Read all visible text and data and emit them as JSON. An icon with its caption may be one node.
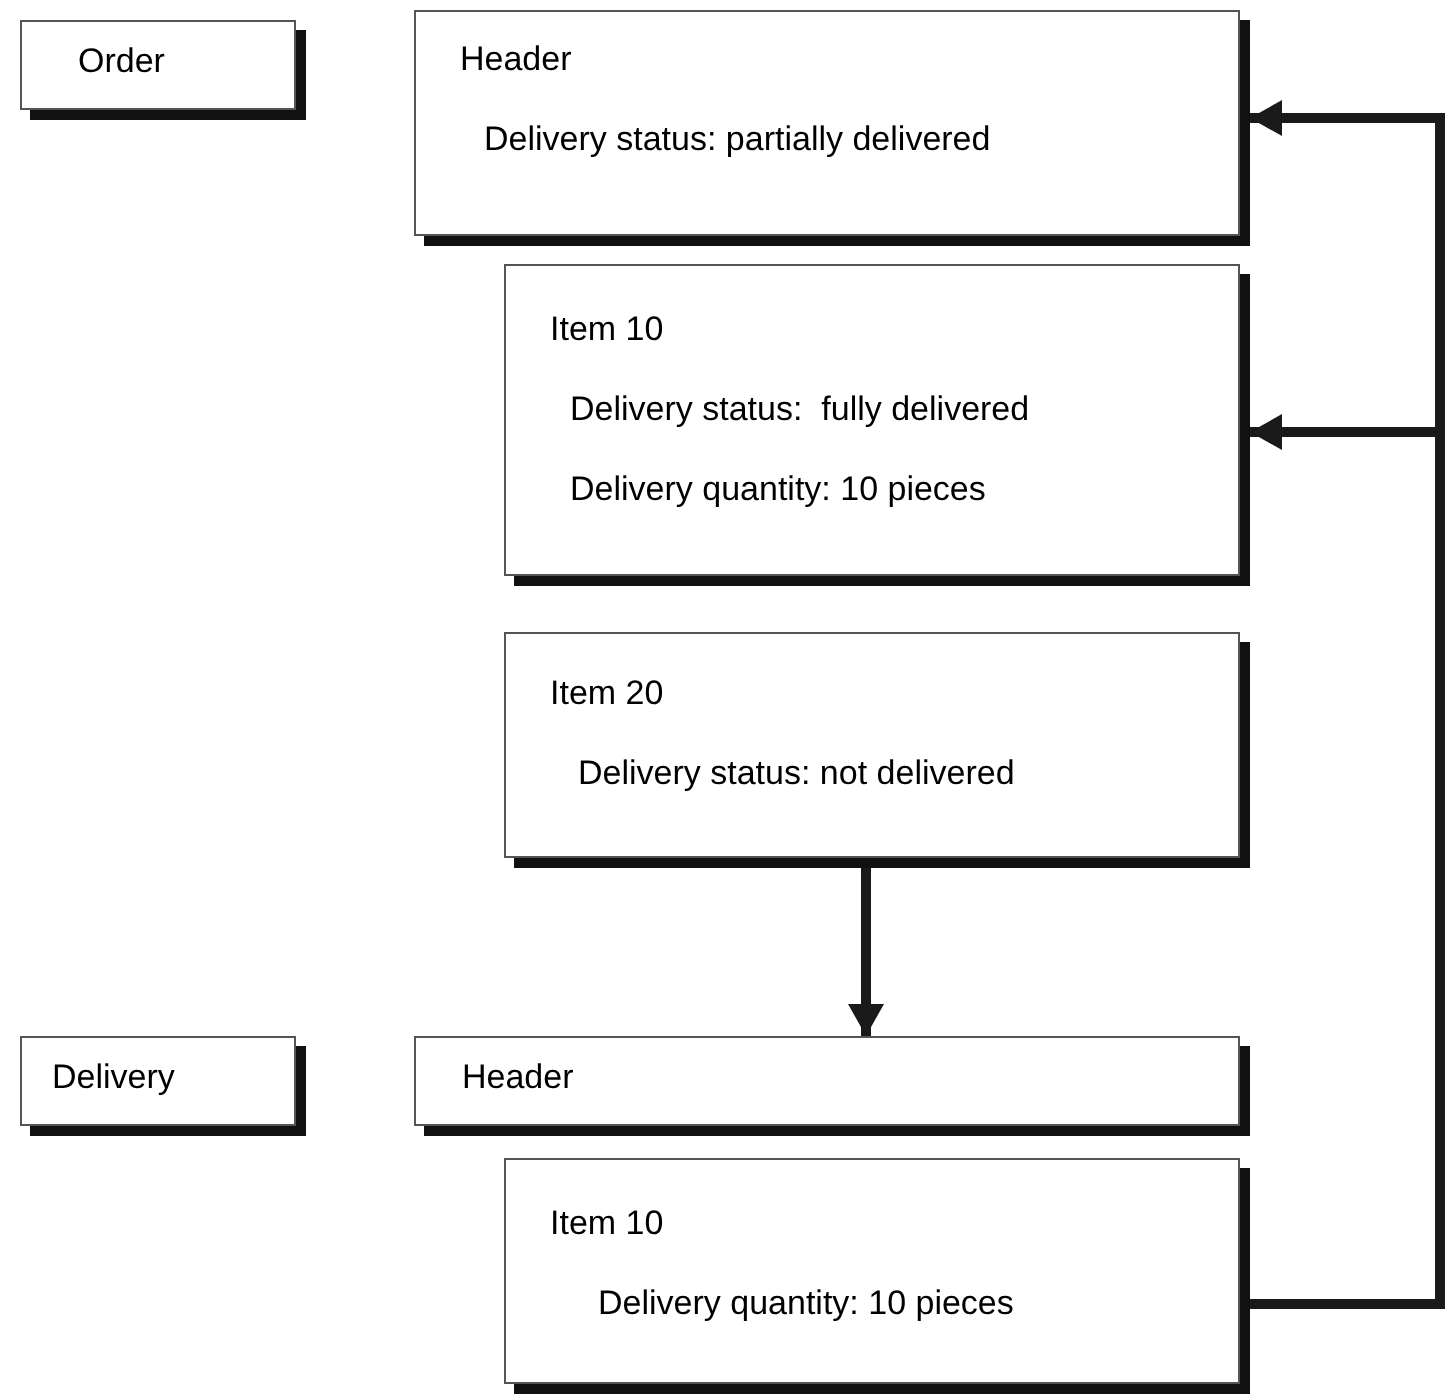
{
  "diagram": {
    "nodes": [
      {
        "text": [
          "Order"
        ]
      },
      {
        "text": [
          "Header",
          "Delivery status: partially delivered"
        ]
      },
      {
        "text": [
          "Item 10",
          "Delivery status:  fully delivered",
          "Delivery quantity: 10 pieces"
        ]
      },
      {
        "text": [
          "Item 20",
          "Delivery status: not delivered"
        ]
      },
      {
        "text": [
          "Delivery"
        ]
      },
      {
        "text": [
          "Header"
        ]
      },
      {
        "text": [
          "Item 10",
          "Delivery quantity: 10 pieces"
        ]
      }
    ],
    "edges": [
      {
        "from": 6,
        "to": 1,
        "arrow": "to"
      },
      {
        "from": 6,
        "to": 2,
        "arrow": "to"
      },
      {
        "from": 3,
        "to": 5,
        "arrow": "to"
      }
    ]
  }
}
